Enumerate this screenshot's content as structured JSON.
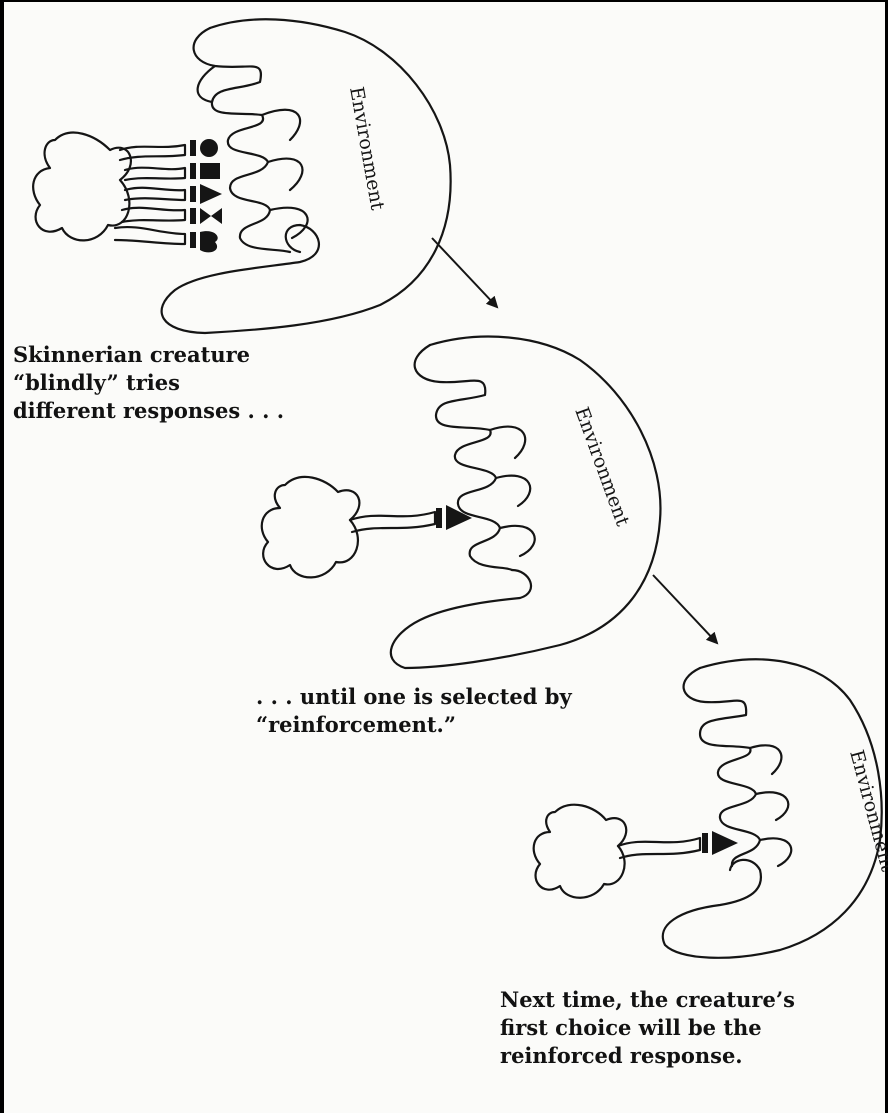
{
  "panels": [
    {
      "environment_label": "Environment",
      "caption_lines": [
        "Skinnerian creature",
        "“blindly” tries",
        "different responses . . ."
      ]
    },
    {
      "environment_label": "Environment",
      "caption_lines": [
        ". . . until one is selected by",
        "“reinforcement.”"
      ]
    },
    {
      "environment_label": "Environment",
      "caption_lines": [
        "Next time, the  creature’s",
        "first choice will be the",
        "reinforced response."
      ]
    }
  ],
  "colors": {
    "background": "#fbfbf9",
    "ink": "#151515",
    "frame": "#000000"
  }
}
